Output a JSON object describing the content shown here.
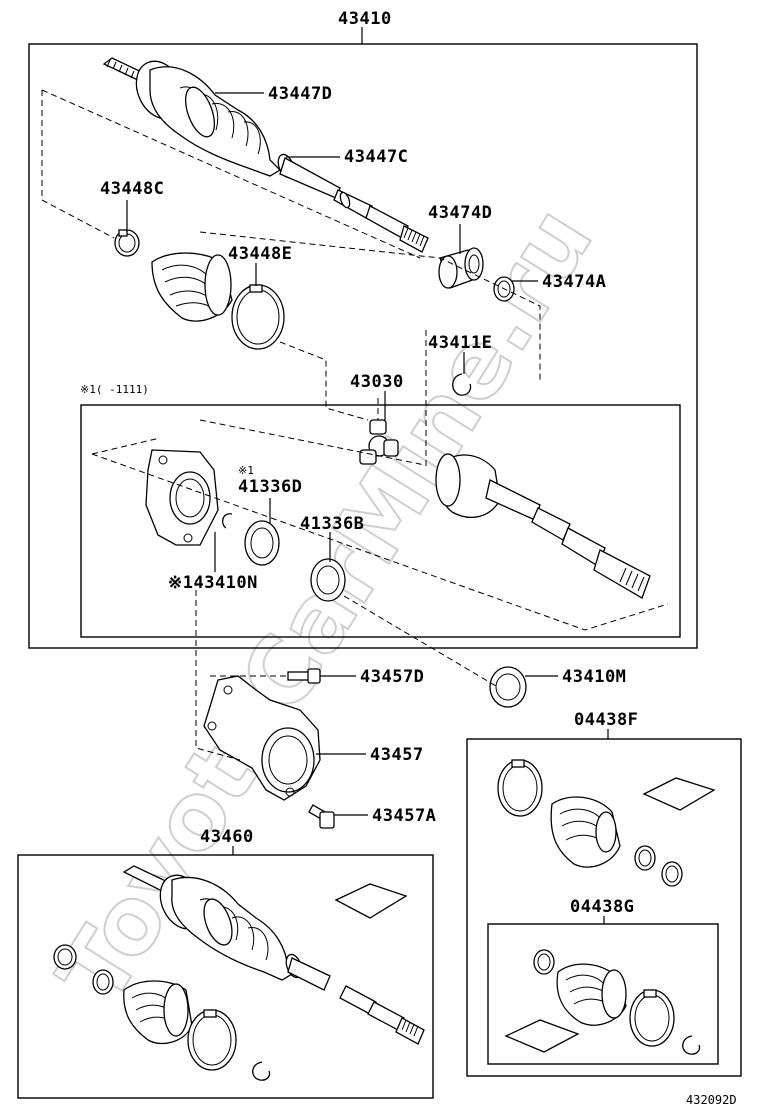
{
  "watermark": "ToyotaCarMine.ru",
  "diagram_id": "432092D",
  "note": "※1(  -1111)",
  "labels": {
    "p43410": "43410",
    "p43447D": "43447D",
    "p43447C": "43447C",
    "p43448C": "43448C",
    "p43474D": "43474D",
    "p43448E": "43448E",
    "p43474A": "43474A",
    "p43411E": "43411E",
    "p43030": "43030",
    "p41336D": "41336D",
    "p41336D_mark": "※1",
    "p41336B": "41336B",
    "p43410N": "※143410N",
    "p43457D": "43457D",
    "p43410M": "43410M",
    "p43457": "43457",
    "p04438F": "04438F",
    "p43457A": "43457A",
    "p43460": "43460",
    "p04438G": "04438G"
  }
}
